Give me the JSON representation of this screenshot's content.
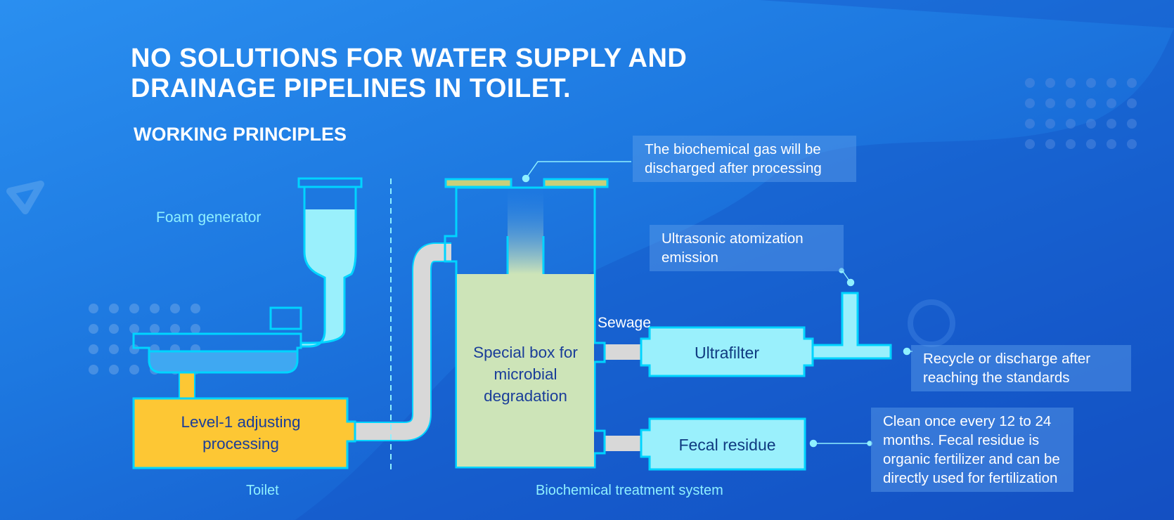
{
  "title_line1": "NO SOLUTIONS FOR WATER SUPPLY AND",
  "title_line2": "DRAINAGE PIPELINES IN TOILET.",
  "subtitle": "WORKING PRINCIPLES",
  "labels": {
    "foam_generator": "Foam generator",
    "sewage": "Sewage",
    "toilet": "Toilet",
    "biochemical_system": "Biochemical treatment system"
  },
  "boxes": {
    "level1_line1": "Level-1 adjusting",
    "level1_line2": "processing",
    "special_line1": "Special box for",
    "special_line2": "microbial",
    "special_line3": "degradation",
    "ultrafilter": "Ultrafilter",
    "fecal_residue": "Fecal residue"
  },
  "callouts": {
    "gas_line1": "The biochemical gas will be",
    "gas_line2": "discharged after processing",
    "ultrasonic_line1": "Ultrasonic atomization",
    "ultrasonic_line2": "emission",
    "recycle_line1": "Recycle or discharge after",
    "recycle_line2": "reaching the standards",
    "clean_line1": "Clean once every 12 to 24",
    "clean_line2": "months. Fecal residue is",
    "clean_line3": "organic fertilizer and can be",
    "clean_line4": "directly used for fertilization"
  },
  "colors": {
    "background": "#1d78e0",
    "pipe": "#d8d8d8",
    "water": "#9af0fc",
    "outline": "#00d4ff",
    "adjusting_box": "#fdc734",
    "degradation_box": "#cde4b8",
    "lid": "#c9cf7a"
  }
}
